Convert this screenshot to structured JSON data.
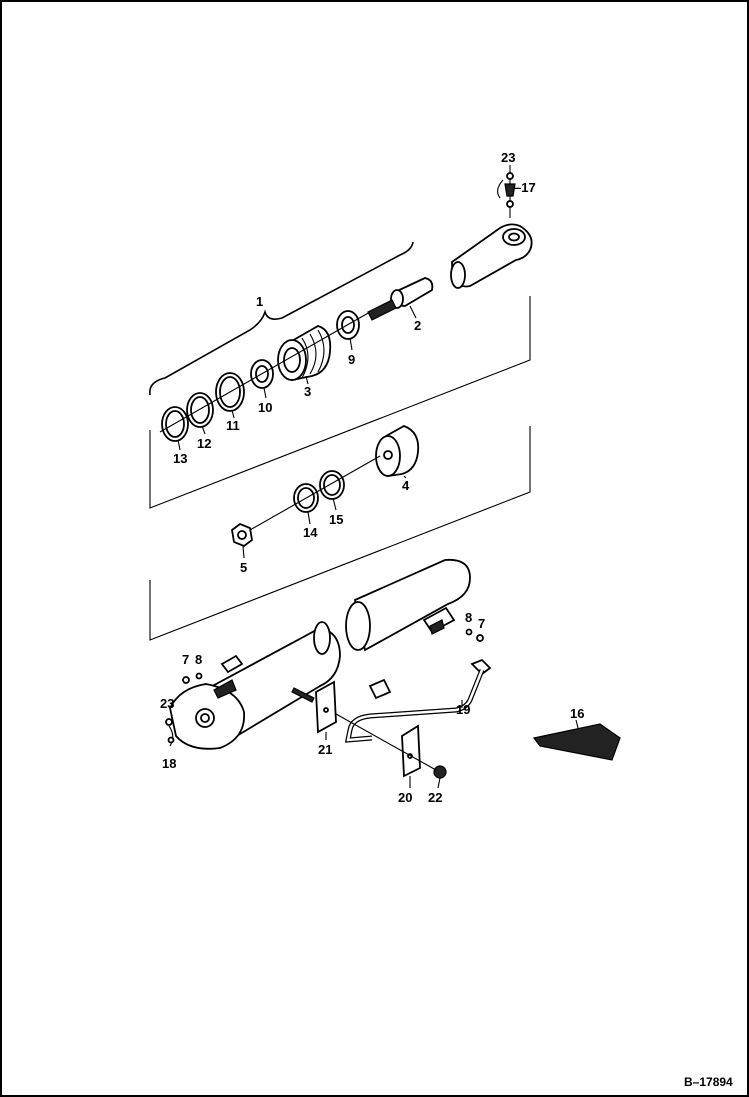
{
  "drawing_code": "B–17894",
  "callouts": [
    {
      "id": "c1",
      "text": "1"
    },
    {
      "id": "c2",
      "text": "2"
    },
    {
      "id": "c3",
      "text": "3"
    },
    {
      "id": "c4",
      "text": "4"
    },
    {
      "id": "c5",
      "text": "5"
    },
    {
      "id": "c7a",
      "text": "7"
    },
    {
      "id": "c7b",
      "text": "7"
    },
    {
      "id": "c8a",
      "text": "8"
    },
    {
      "id": "c8b",
      "text": "8"
    },
    {
      "id": "c9",
      "text": "9"
    },
    {
      "id": "c10",
      "text": "10"
    },
    {
      "id": "c11",
      "text": "11"
    },
    {
      "id": "c12",
      "text": "12"
    },
    {
      "id": "c13",
      "text": "13"
    },
    {
      "id": "c14",
      "text": "14"
    },
    {
      "id": "c15",
      "text": "15"
    },
    {
      "id": "c16",
      "text": "16"
    },
    {
      "id": "c17",
      "text": "–17"
    },
    {
      "id": "c18",
      "text": "18"
    },
    {
      "id": "c19",
      "text": "19"
    },
    {
      "id": "c20",
      "text": "20"
    },
    {
      "id": "c21",
      "text": "21"
    },
    {
      "id": "c22",
      "text": "22"
    },
    {
      "id": "c23a",
      "text": "23"
    },
    {
      "id": "c23b",
      "text": "23"
    }
  ]
}
